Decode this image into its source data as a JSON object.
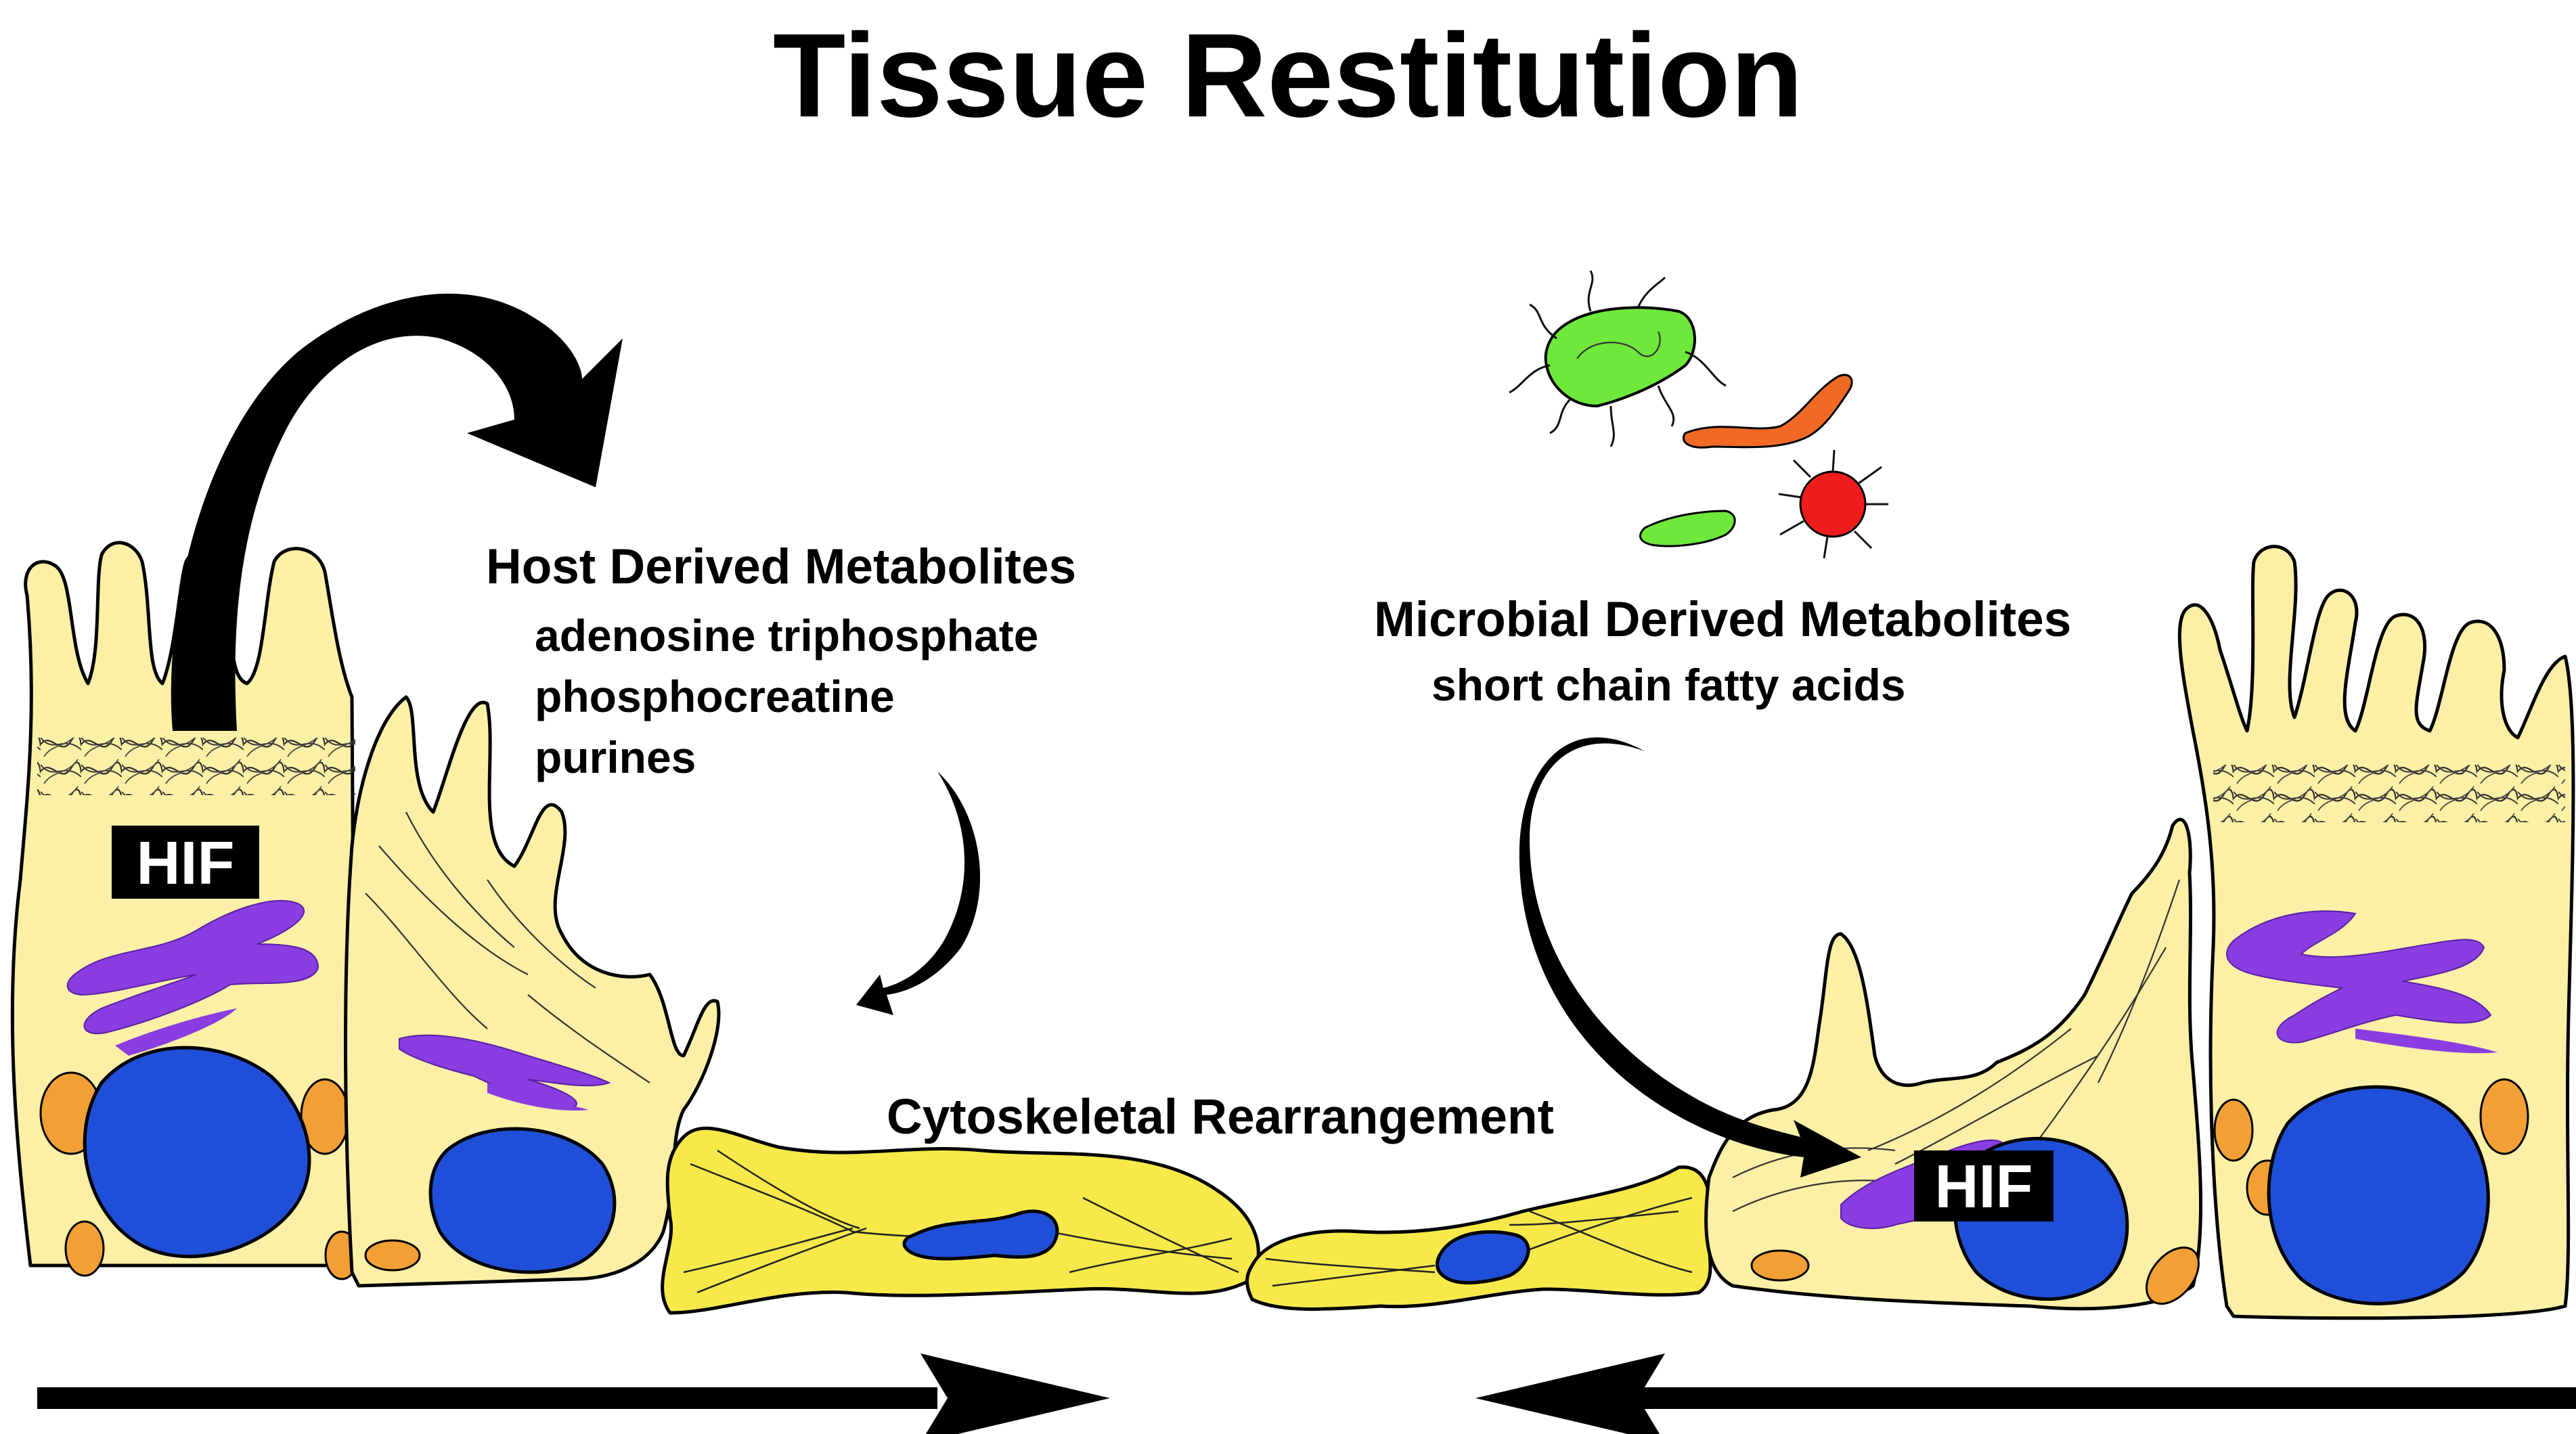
{
  "title": "Tissue Restitution",
  "host": {
    "heading": "Host Derived Metabolites",
    "items": [
      "adenosine triphosphate",
      "phosphocreatine",
      "purines"
    ]
  },
  "microbial": {
    "heading": "Microbial Derived Metabolites",
    "items": [
      "short chain fatty acids"
    ]
  },
  "center_label": "Cytoskeletal Rearrangement",
  "hif_labels": [
    "HIF",
    "HIF"
  ],
  "colors": {
    "cell_fill": "#fbf0a6",
    "migrating_cell_fill": "#f7e94a",
    "nucleus": "#1f4fd8",
    "golgi": "#8a3de0",
    "mitochondria": "#f2a035",
    "green_microbe": "#6ee83a",
    "orange_microbe": "#f06a25",
    "red_microbe": "#f01c1c",
    "hif_box": "#000000"
  }
}
